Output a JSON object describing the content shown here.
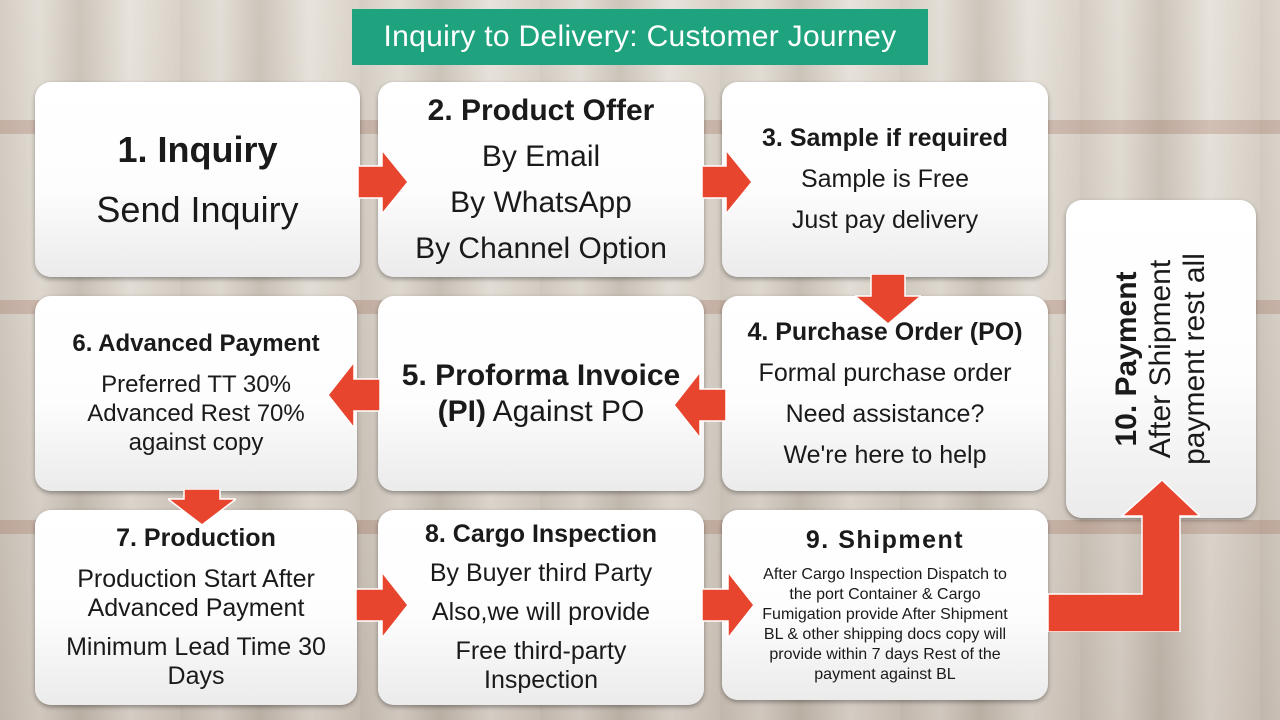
{
  "title": "Inquiry to Delivery: Customer Journey",
  "colors": {
    "title_bg": "#1fa37e",
    "arrow": "#e8452f",
    "box_bg": "#ffffff"
  },
  "steps": {
    "step1": {
      "heading": "1. Inquiry",
      "lines": [
        "Send Inquiry"
      ]
    },
    "step2": {
      "heading": "2. Product Offer",
      "lines": [
        "By Email",
        "By WhatsApp",
        "By Channel Option"
      ]
    },
    "step3": {
      "heading": "3. Sample if required",
      "lines": [
        "Sample is Free",
        "Just pay delivery"
      ]
    },
    "step4": {
      "heading": "4. Purchase Order (PO)",
      "lines": [
        "Formal purchase order",
        "Need assistance?",
        "We're here to help"
      ]
    },
    "step5": {
      "heading_bold_1": "5. Proforma Invoice",
      "heading_bold_2": "(PI)",
      "heading_rest": " Against PO"
    },
    "step6": {
      "heading": "6. Advanced Payment",
      "lines": [
        "Preferred TT 30%",
        "Advanced Rest 70%",
        "against copy"
      ]
    },
    "step7": {
      "heading": "7. Production",
      "para1": [
        "Production Start After",
        "Advanced Payment"
      ],
      "para2": [
        "Minimum Lead Time 30",
        "Days"
      ]
    },
    "step8": {
      "heading": "8. Cargo Inspection",
      "lines": [
        "By Buyer third Party",
        "Also,we will provide"
      ],
      "para3": [
        "Free third-party",
        "Inspection"
      ]
    },
    "step9": {
      "heading": "9. Shipment",
      "lines": [
        "After Cargo Inspection Dispatch to",
        "the port Container & Cargo",
        "Fumigation provide After Shipment",
        "BL & other shipping docs copy will",
        "provide within 7 days Rest of the",
        "payment against BL"
      ]
    },
    "step10": {
      "heading": "10. Payment",
      "lines": [
        "After Shipment",
        "payment rest all"
      ]
    }
  }
}
